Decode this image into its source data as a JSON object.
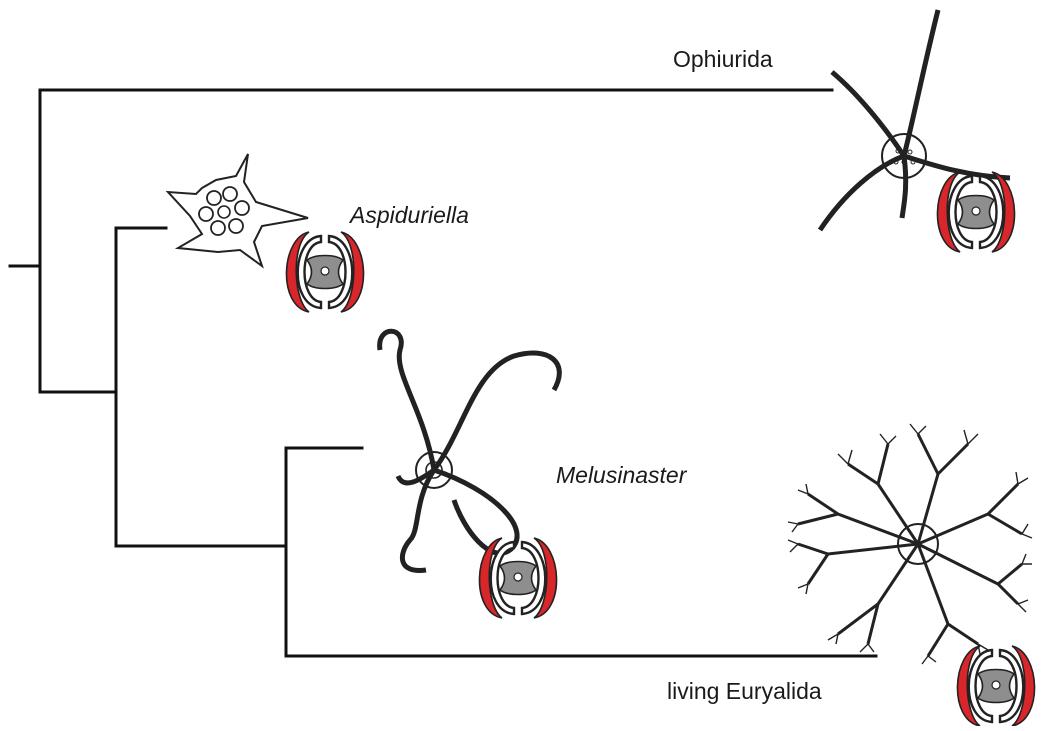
{
  "taxa": [
    {
      "id": "ophiurida",
      "label": "Ophiurida",
      "italic": false
    },
    {
      "id": "aspiduriella",
      "label": "Aspiduriella",
      "italic": true
    },
    {
      "id": "melusinaster",
      "label": "Melusinaster",
      "italic": true
    },
    {
      "id": "euryalida",
      "label": "living Euryalida",
      "italic": false
    }
  ],
  "icons": {
    "vertebra": "vertebra-cross-section-icon",
    "ophiurida": "brittle-star-illustration",
    "aspiduriella": "fossil-star-illustration",
    "melusinaster": "coiled-arm-star-illustration",
    "euryalida": "basket-star-illustration"
  },
  "colors": {
    "branch": "#111111",
    "vertebra_flank": "#d8262b",
    "vertebra_core": "#8e8e8e",
    "background": "#ffffff"
  }
}
